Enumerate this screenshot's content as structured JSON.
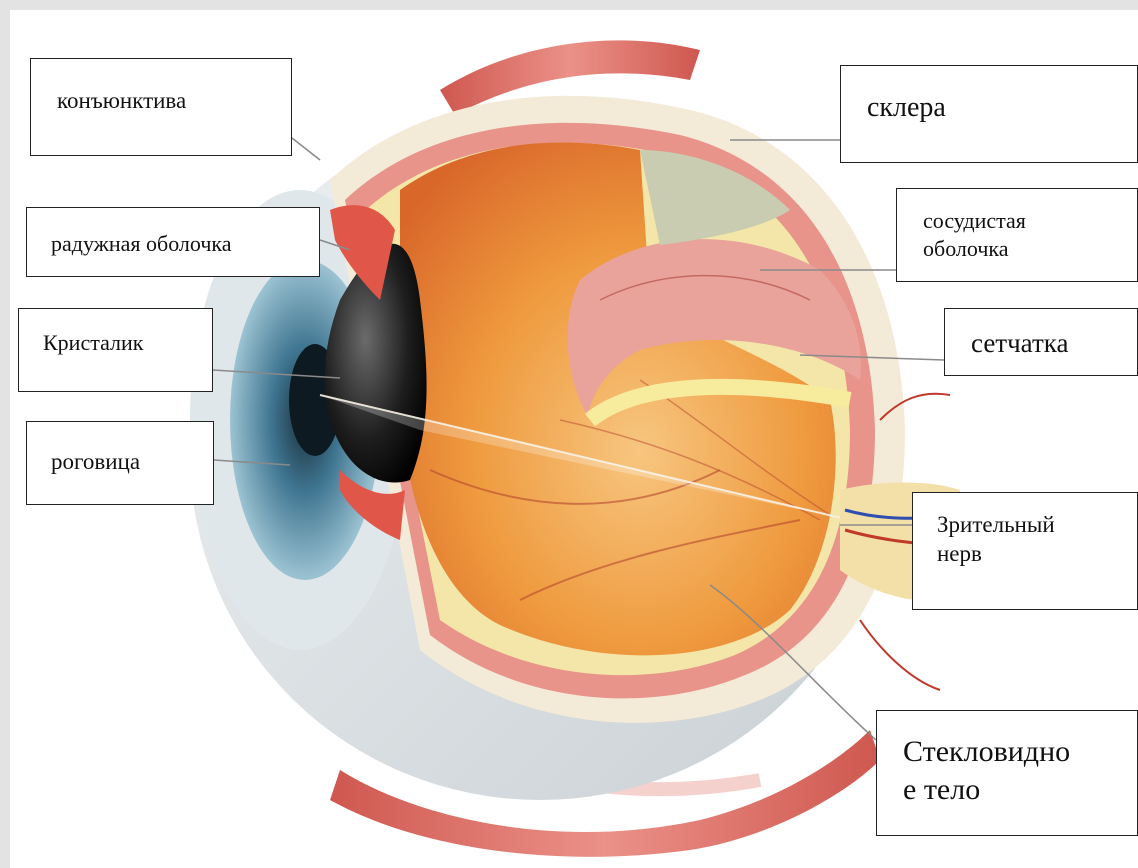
{
  "labels": {
    "conjunctiva": "конъюнктива",
    "iris": "радужная  оболочка",
    "lens": "Кристалик",
    "cornea": "роговица",
    "sclera": "склера",
    "choroid": "сосудистая\nоболочка",
    "retina": "сетчатка",
    "optic_nerve": "Зрительный\nнерв",
    "vitreous_body": "Стекловидно\nе тело"
  },
  "colors": {
    "sclera": "#f4ead8",
    "choroid": "#e8948a",
    "retina": "#f3e6a8",
    "vitreous": "#f0a850",
    "muscle": "#d9574c",
    "iris": "#5a8fa8",
    "lens": "#222222",
    "vessel": "#b5472f",
    "leader_line": "#8a8a8a"
  },
  "icons": {
    "eye_illustration": "eyeball-cross-section"
  }
}
